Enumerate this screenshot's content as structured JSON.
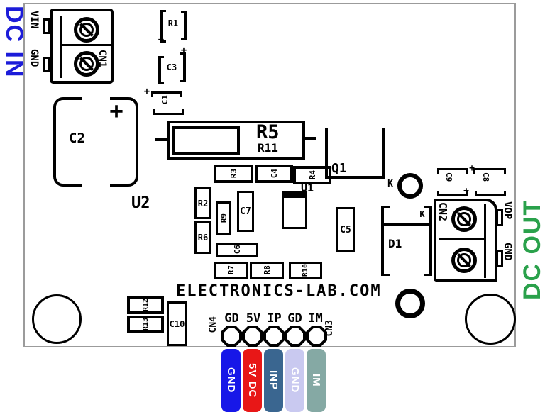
{
  "brand": "ELECTRONICS-LAB.COM",
  "side_labels": {
    "dc_in": "DC IN",
    "dc_out": "DC OUT"
  },
  "colors": {
    "dc_in": "#1c1cd9",
    "dc_out": "#2aa14b",
    "silkscreen": "#000000",
    "board_edge": "#9b9b9b"
  },
  "connectors": {
    "cn1": {
      "label": "CN1",
      "pins": [
        "VIN",
        "GND"
      ]
    },
    "cn2": {
      "label": "CN2",
      "pins": [
        "VOP",
        "GND"
      ]
    },
    "header": {
      "left_label": "CN4",
      "right_label": "CN3",
      "pins": [
        "GD",
        "5V",
        "IP",
        "GD",
        "IM"
      ]
    }
  },
  "components": {
    "r1": "R1",
    "r2": "R2",
    "r3": "R3",
    "r4": "R4",
    "r5": "R5",
    "r6": "R6",
    "r7": "R7",
    "r8": "R8",
    "r9": "R9",
    "r10": "R10",
    "r11": "R11",
    "r12": "R12",
    "r13": "R13",
    "c1": "C1",
    "c2": "C2",
    "c3": "C3",
    "c4": "C4",
    "c5": "C5",
    "c6": "C6",
    "c7": "C7",
    "c8": "C8",
    "c9": "C9",
    "c10": "C10",
    "u1": "U1",
    "u2": "U2",
    "q1": "Q1",
    "d1": "D1"
  },
  "marks": {
    "plus": "+",
    "cathode": "K"
  },
  "tags": [
    {
      "label": "GND",
      "color": "#1717e8"
    },
    {
      "label": "5V DC",
      "color": "#e81717"
    },
    {
      "label": "INP",
      "color": "#3a6690"
    },
    {
      "label": "GND",
      "color": "#c9c9f0"
    },
    {
      "label": "IM",
      "color": "#85a9a4"
    }
  ]
}
